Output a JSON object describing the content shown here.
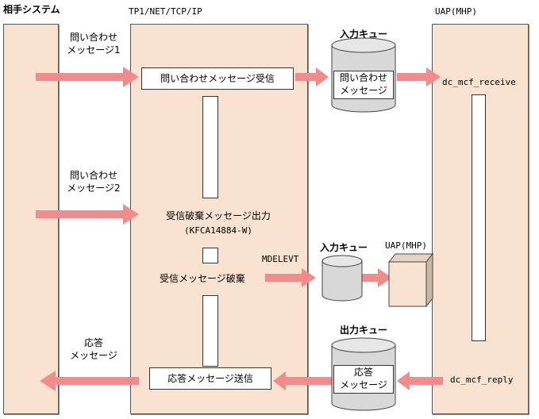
{
  "lanes": {
    "partner": "相手システム",
    "tp1": "TP1/NET/TCP/IP",
    "uap": "UAP(MHP)"
  },
  "flow1": {
    "inquiry_line1": "問い合わせ",
    "inquiry_line2": "メッセージ1",
    "receive_box": "問い合わせメッセージ受信",
    "queue_title": "入力キュー",
    "queue_line1": "問い合わせ",
    "queue_line2": "メッセージ",
    "api": "dc_mcf_receive"
  },
  "flow2": {
    "inquiry_line1": "問い合わせ",
    "inquiry_line2": "メッセージ2",
    "discard_output": "受信破棄メッセージ出力",
    "msg_id": "(KFCA14884-W)",
    "event": "MDELEVT",
    "queue_title": "入力キュー",
    "uap_box": "UAP(MHP)",
    "discard": "受信メッセージ破棄"
  },
  "flow3": {
    "response_line1": "応答",
    "response_line2": "メッセージ",
    "send_box": "応答メッセージ送信",
    "queue_title": "出力キュー",
    "queue_line1": "応答",
    "queue_line2": "メッセージ",
    "api": "dc_mcf_reply"
  },
  "colors": {
    "lane_fill": "#f9e2cf",
    "arrow": "#f28c8c",
    "cylinder": "#d8d8d8"
  }
}
